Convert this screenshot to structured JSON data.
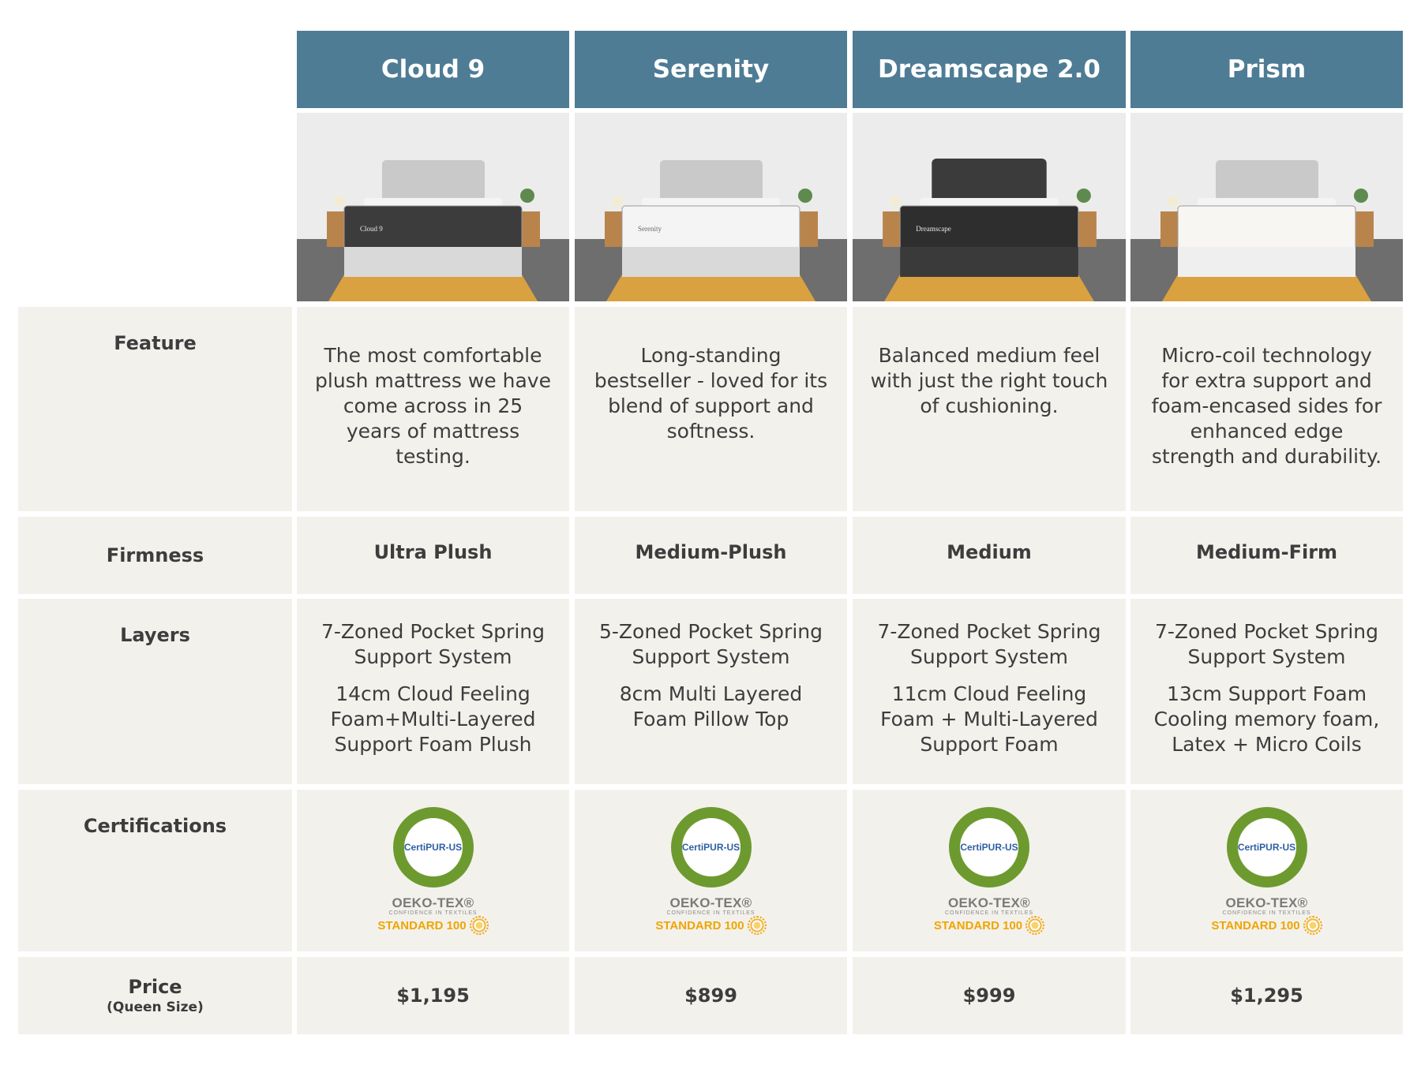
{
  "products": [
    {
      "name": "Cloud 9",
      "brand_label": "Cloud 9",
      "feature": "The most comfortable plush mattress we have come across in 25 years of mattress testing.",
      "firmness": "Ultra Plush",
      "layers": [
        "7-Zoned Pocket Spring Support System",
        "14cm Cloud Feeling Foam+Multi-Layered Support Foam Plush"
      ],
      "price": "$1,195",
      "base_color": "#d9d9d9",
      "mattress_color": "#3c3c3c"
    },
    {
      "name": "Serenity",
      "brand_label": "Serenity",
      "feature": "Long-standing bestseller - loved for its blend of support and softness.",
      "firmness": "Medium-Plush",
      "layers": [
        "5-Zoned Pocket Spring Support System",
        "8cm Multi Layered Foam Pillow Top"
      ],
      "price": "$899",
      "base_color": "#d9d9d9",
      "mattress_color": "#f4f4f4"
    },
    {
      "name": "Dreamscape 2.0",
      "brand_label": "Dreamscape",
      "feature": "Balanced medium feel with just the right touch of cushioning.",
      "firmness": "Medium",
      "layers": [
        "7-Zoned Pocket Spring Support System",
        "11cm Cloud Feeling Foam + Multi-Layered Support Foam"
      ],
      "price": "$999",
      "base_color": "#3a3a3a",
      "mattress_color": "#2e2e2e"
    },
    {
      "name": "Prism",
      "brand_label": "",
      "feature": "Micro-coil technology for extra support and foam-encased sides for enhanced edge strength and durability.",
      "firmness": "Medium-Firm",
      "layers": [
        "7-Zoned Pocket Spring Support System",
        "13cm Support Foam Cooling memory foam, Latex + Micro Coils"
      ],
      "price": "$1,295",
      "base_color": "#efefef",
      "mattress_color": "#f7f6f2"
    }
  ],
  "row_labels": {
    "feature": "Feature",
    "firmness": "Firmness",
    "layers": "Layers",
    "certifications": "Certifications",
    "price": "Price",
    "price_sub": "(Queen Size)"
  },
  "certifications": {
    "certipur": "CertiPUR-US",
    "oeko_top": "OEKO-TEX®",
    "oeko_mid": "CONFIDENCE IN TEXTILES",
    "oeko_bot": "STANDARD 100"
  },
  "colors": {
    "header_bg": "#4e7c95",
    "cell_bg": "#f3f1ec",
    "seal_green": "#6d9a2f",
    "oeko_orange": "#f0a500"
  }
}
